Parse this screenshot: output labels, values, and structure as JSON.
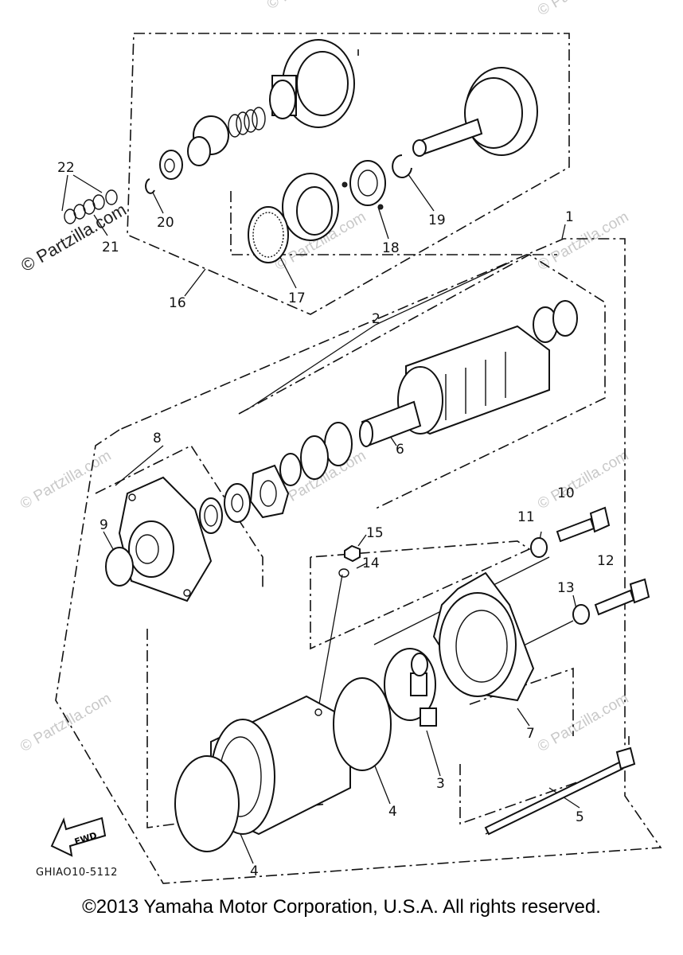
{
  "diagram": {
    "part_numbers": [
      "1",
      "2",
      "3",
      "4",
      "4",
      "5",
      "6",
      "7",
      "8",
      "9",
      "10",
      "11",
      "12",
      "13",
      "14",
      "15",
      "16",
      "17",
      "18",
      "19",
      "20",
      "21",
      "22"
    ],
    "drawing_code": "GHIAO10-5112",
    "direction_label": "FWD",
    "watermark": "© Partzilla.com"
  },
  "footer": {
    "copyright": "©2013  Yamaha Motor Corporation, U.S.A. All rights reserved."
  }
}
